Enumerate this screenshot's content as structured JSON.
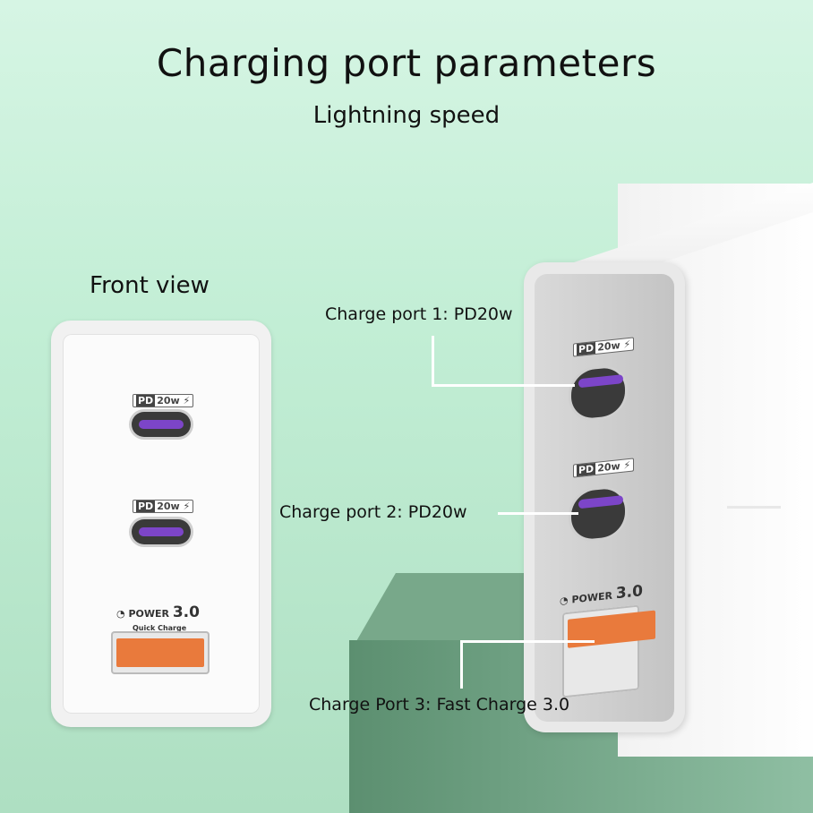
{
  "header": {
    "title": "Charging port parameters",
    "subtitle": "Lightning speed"
  },
  "front_view": {
    "label": "Front view",
    "pd_badge_prefix": "PD",
    "pd_badge_value": "20w",
    "qc_badge_power": "POWER",
    "qc_badge_sub": "Quick Charge",
    "qc_badge_version": "3.0"
  },
  "callouts": {
    "port1": "Charge port 1: PD20w",
    "port2": "Charge port 2: PD20w",
    "port3": "Charge Port 3: Fast Charge 3.0"
  },
  "colors": {
    "usb_c_accent": "#7c45c8",
    "usb_a_accent": "#e97a3c",
    "background": "#c2eed5"
  }
}
